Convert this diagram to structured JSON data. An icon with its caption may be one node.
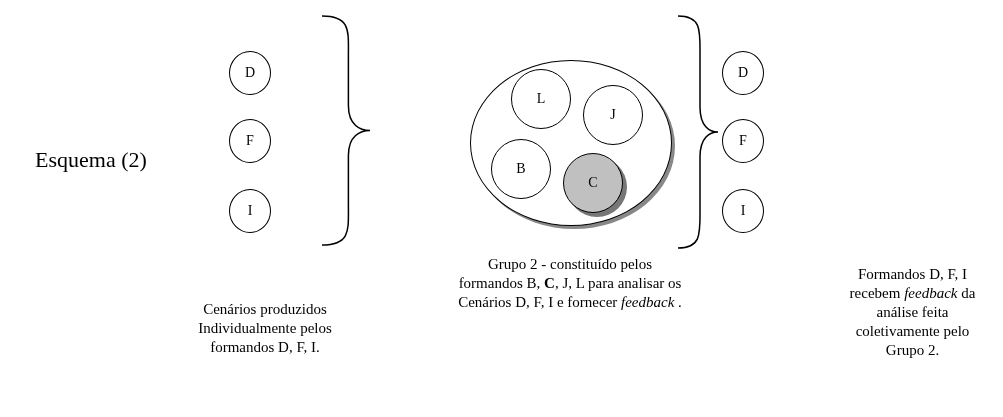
{
  "diagram": {
    "title": "Esquema (2)",
    "nodes": [
      {
        "text": [
          "D"
        ]
      },
      {
        "text": [
          "F"
        ]
      },
      {
        "text": [
          "I"
        ]
      },
      {
        "text": [],
        "shape": "circle"
      },
      {
        "text": [
          "L"
        ],
        "in": 3
      },
      {
        "text": [
          "J"
        ],
        "in": 3
      },
      {
        "text": [
          "B"
        ],
        "in": 3
      },
      {
        "text": [
          "C"
        ],
        "in": 3
      },
      {
        "text": [
          "D"
        ]
      },
      {
        "text": [
          "F"
        ]
      },
      {
        "text": [
          "I"
        ]
      }
    ],
    "edges": [],
    "labels": [
      "Cenários produzidos Individualmente pelos formandos D, F, I.",
      "Grupo 2 - constituído pelos formandos B, **C**, J, L para analisar os Cenários D, F, I e fornecer *feedback* .",
      "Formandos D, F, I recebem *feedback* da análise feita coletivamente pelo Grupo 2."
    ]
  }
}
